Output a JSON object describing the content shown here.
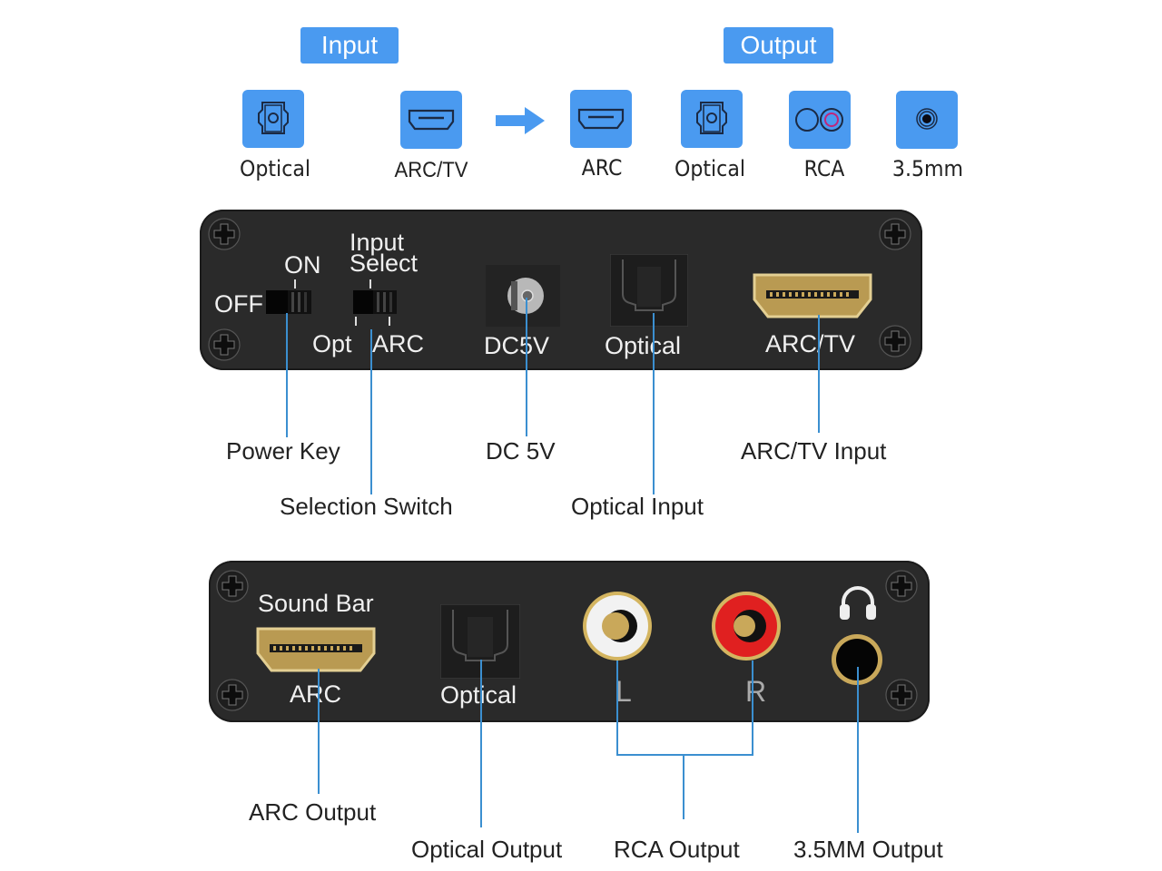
{
  "header": {
    "input_label": "Input",
    "output_label": "Output"
  },
  "input_ports": [
    {
      "label": "Optical",
      "icon": "optical-port-icon"
    },
    {
      "label": "ARC/TV",
      "icon": "hdmi-port-icon"
    }
  ],
  "flow_arrow": {
    "icon": "arrow-right-icon"
  },
  "output_ports": [
    {
      "label": "ARC",
      "icon": "hdmi-port-icon"
    },
    {
      "label": "Optical",
      "icon": "optical-port-icon"
    },
    {
      "label": "RCA",
      "icon": "rca-port-icon"
    },
    {
      "label": "3.5mm",
      "icon": "audio-jack-icon"
    }
  ],
  "front_panel": {
    "power_off": "OFF",
    "power_on": "ON",
    "input_select_line1": "Input",
    "input_select_line2": "Select",
    "opt": "Opt",
    "arc": "ARC",
    "dc": "DC5V",
    "optical": "Optical",
    "arc_tv": "ARC/TV"
  },
  "front_callouts": {
    "power_key": "Power Key",
    "selection_switch": "Selection Switch",
    "dc_5v": "DC 5V",
    "optical_input": "Optical Input",
    "arc_tv_input": "ARC/TV Input"
  },
  "back_panel": {
    "sound_bar": "Sound Bar",
    "arc": "ARC",
    "optical": "Optical",
    "left": "L",
    "right": "R"
  },
  "back_callouts": {
    "arc_output": "ARC Output",
    "optical_output": "Optical Output",
    "rca_output": "RCA Output",
    "mm_output": "3.5MM Output"
  },
  "colors": {
    "accent_blue": "#4a9af0",
    "panel": "#2a2a2a",
    "leader_line": "#3b8fd0",
    "gold": "#c9a85a",
    "rca_red": "#e02020"
  }
}
